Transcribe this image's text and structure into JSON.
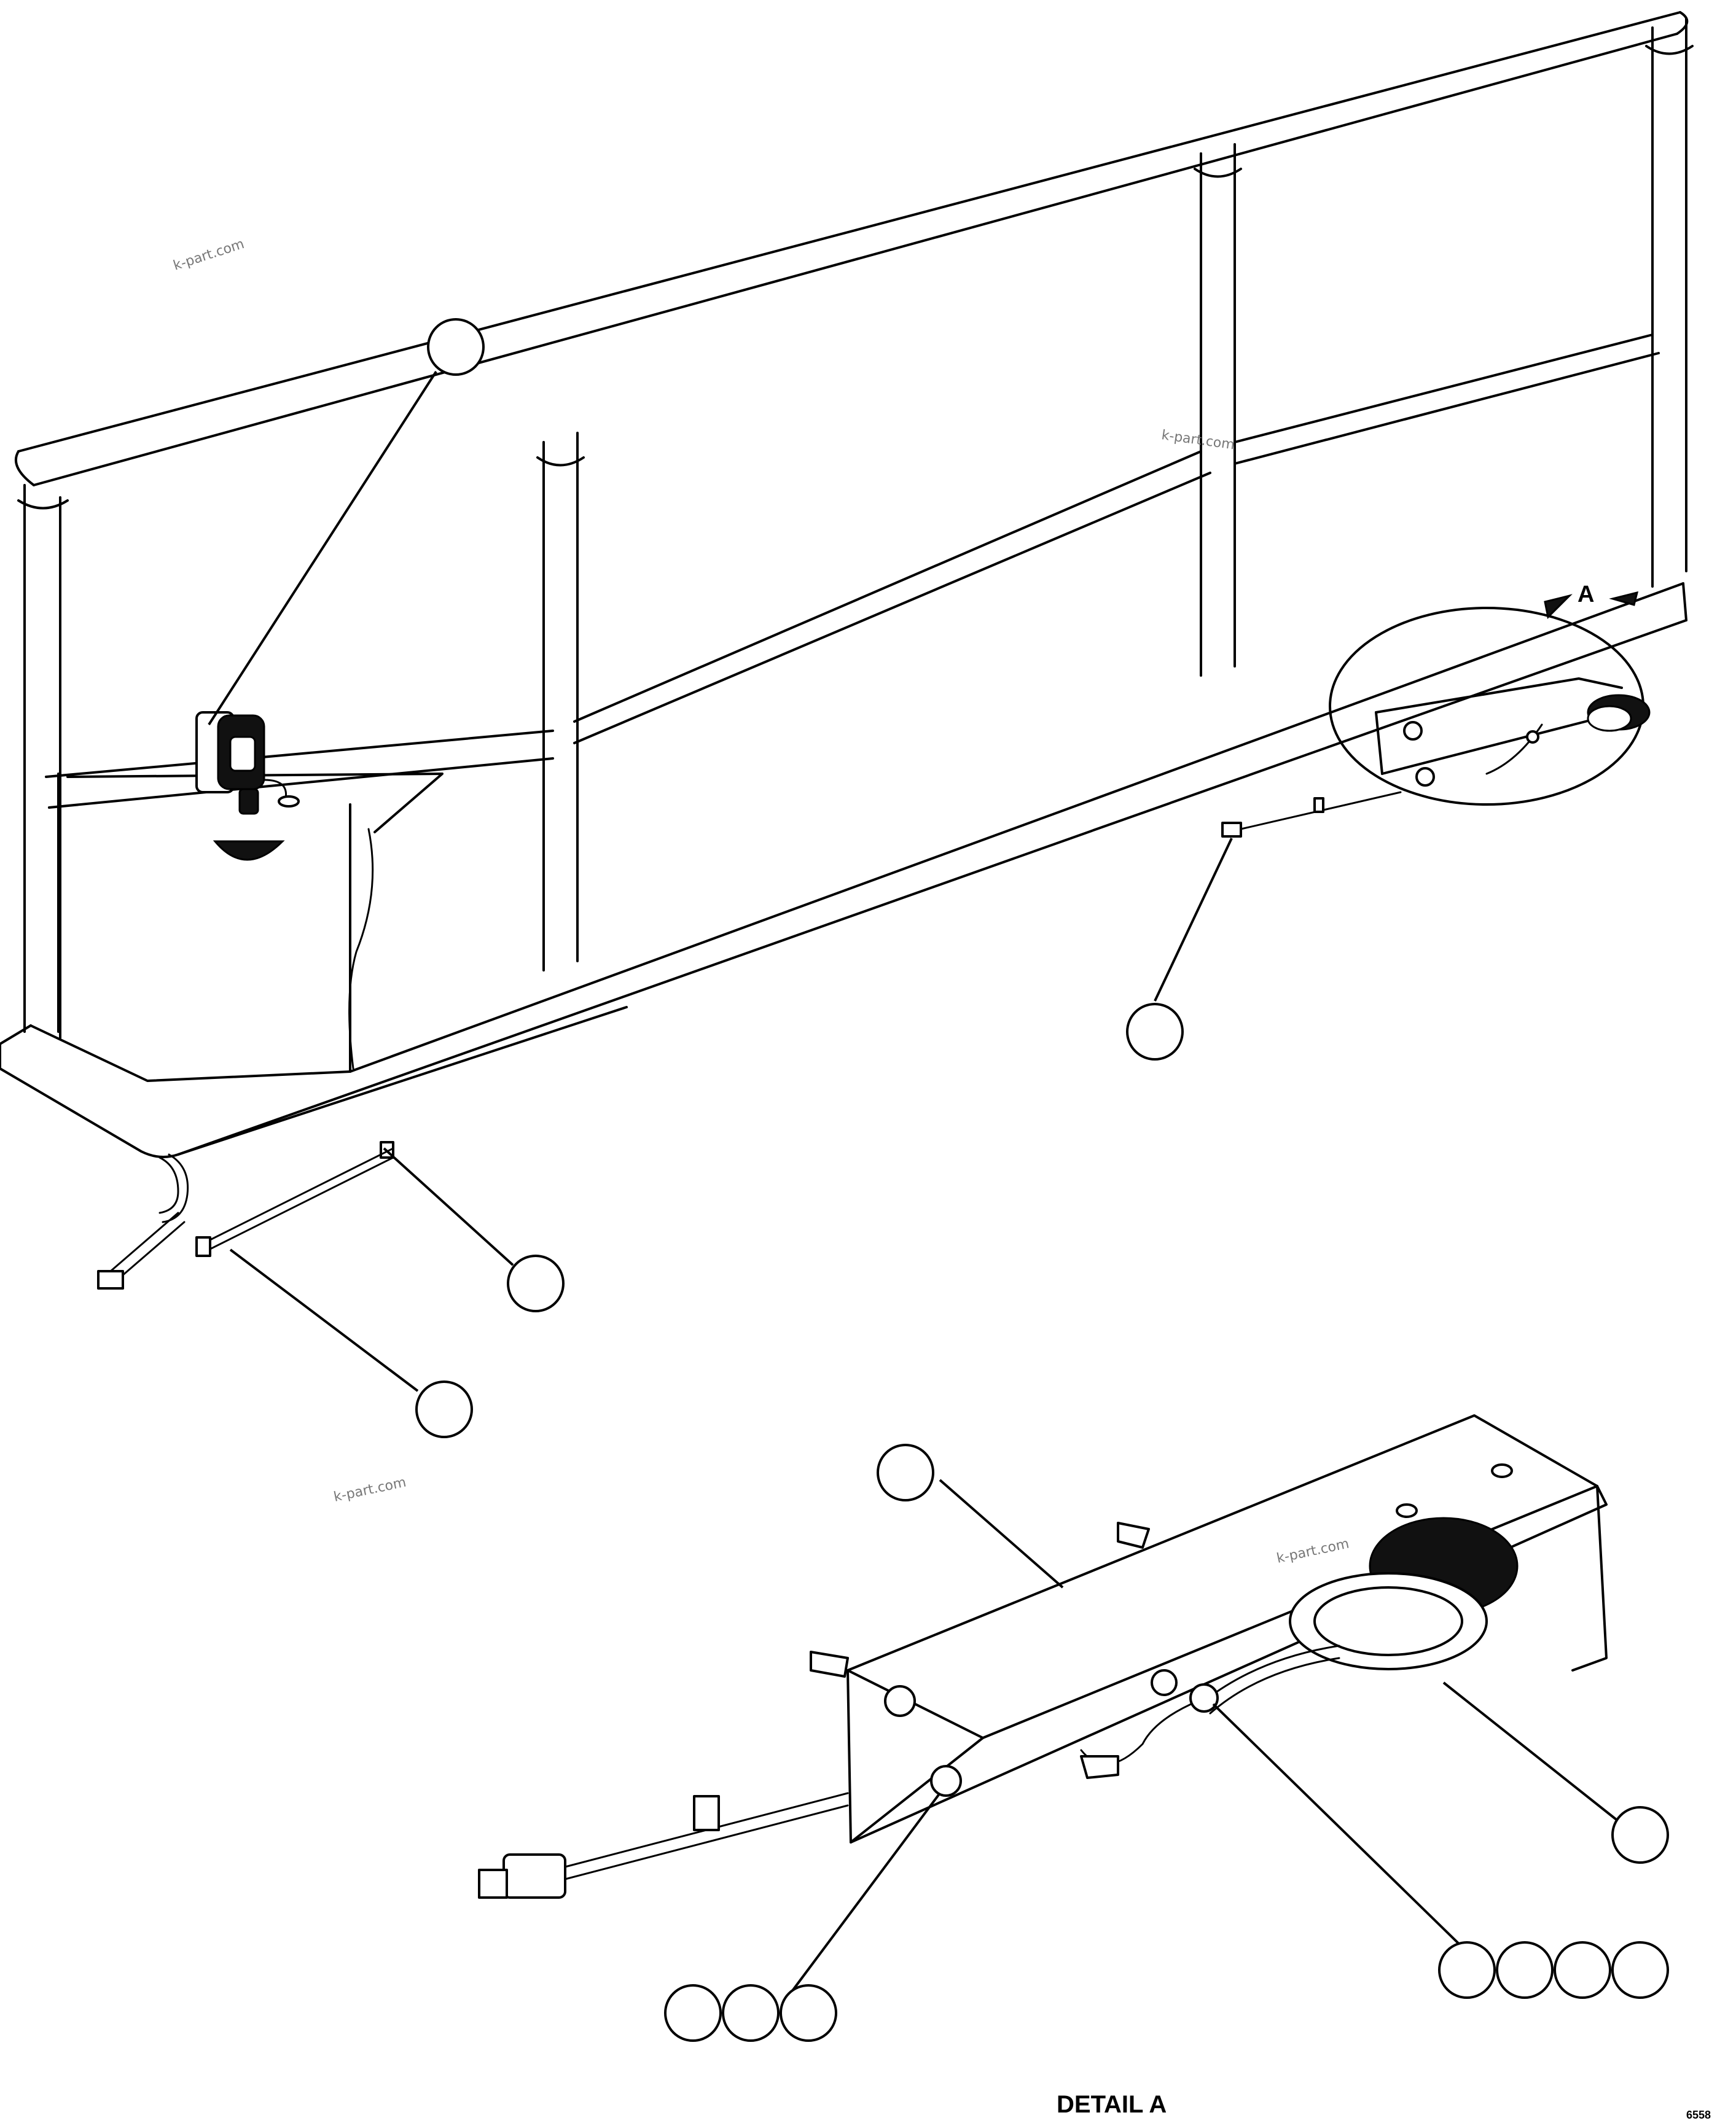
{
  "watermarks": [
    "k-part.com",
    "k-part.com",
    "k-part.com",
    "k-part.com"
  ],
  "section_label": "A",
  "detail_title": "DETAIL A",
  "drawing_code": "6558"
}
